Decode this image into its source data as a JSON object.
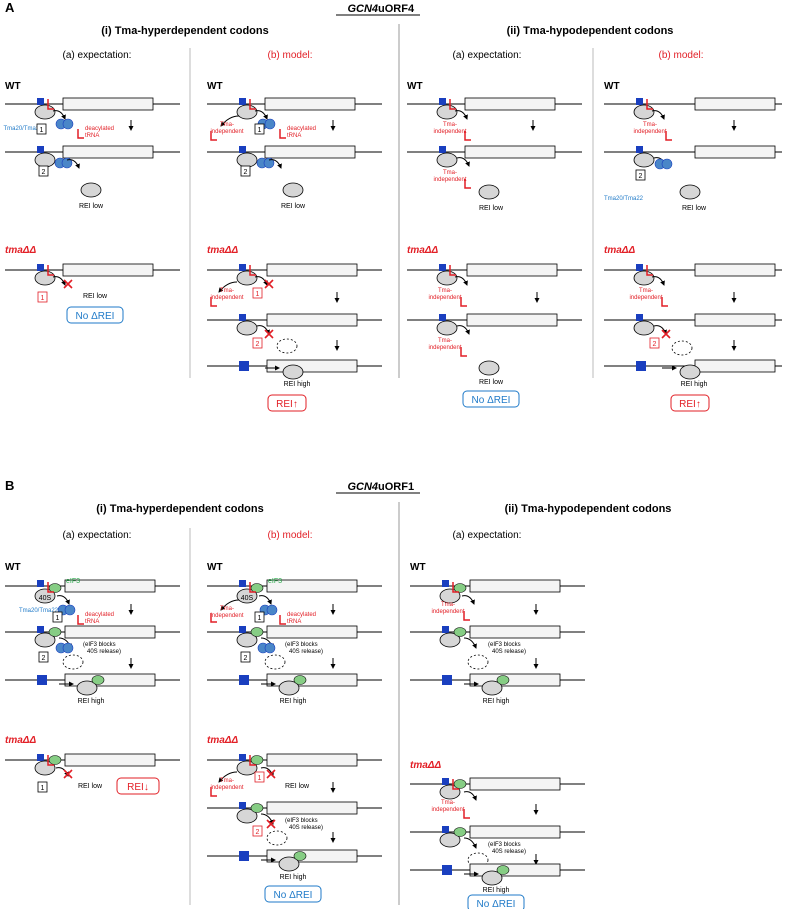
{
  "colors": {
    "red": "#e21f26",
    "blue": "#1f7ac8",
    "green": "#22a845",
    "ribosome": "#d6d6d6",
    "uorf": "#1a3fbf",
    "box": "#4a86c8"
  },
  "panelA": {
    "label": "A",
    "header_gene": "GCN4",
    "header_suffix": " uORF4",
    "sec_i": "(i) Tma-hyperdependent codons",
    "sec_ii": "(ii) Tma-hypodependent codons",
    "col_a": "(a) expectation:",
    "col_b": "(b) model:",
    "wt": "WT",
    "mut": "tmaΔΔ",
    "rei_low": "REI low",
    "rei_high": "REI high",
    "no_drei": "No ΔREI",
    "rei_up": "REI↑",
    "tma2022": "Tma20/Tma22",
    "deacyl1": "deacylated",
    "deacyl2": "tRNA",
    "tmaind1": "Tma-",
    "tmaind2": "independent",
    "step1": "1",
    "step2": "2"
  },
  "panelB": {
    "label": "B",
    "header_gene": "GCN4",
    "header_suffix": " uORF1",
    "sec_i": "(i) Tma-hyperdependent codons",
    "sec_ii": "(ii) Tma-hypodependent codons",
    "col_a": "(a) expectation:",
    "col_b": "(b) model:",
    "wt": "WT",
    "mut": "tmaΔΔ",
    "rei_low": "REI low",
    "rei_high": "REI high",
    "no_drei": "No ΔREI",
    "rei_down": "REI↓",
    "eif3": "eIF3",
    "s40": "40S",
    "tma2022": "Tma20/Tma22",
    "deacyl1": "deacylated",
    "deacyl2": "tRNA",
    "tmaind1": "Tma-",
    "tmaind2": "independent",
    "block1": "(eIF3 blocks",
    "block2": "40S release)",
    "step1": "1",
    "step2": "2"
  }
}
